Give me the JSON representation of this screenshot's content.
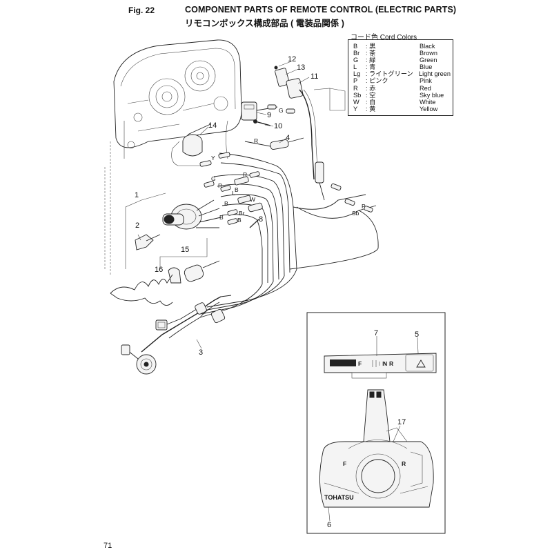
{
  "header": {
    "fig_label": "Fig. 22",
    "title_en": "COMPONENT PARTS OF REMOTE CONTROL (ELECTRIC PARTS)",
    "title_jp": "リモコンボックス構成部品 ( 電装品関係 )"
  },
  "legend": {
    "title": "コード色 Cord Colors",
    "rows": [
      {
        "code": "B",
        "jp": ": 黒",
        "en": "Black"
      },
      {
        "code": "Br",
        "jp": ": 茶",
        "en": "Brown"
      },
      {
        "code": "G",
        "jp": ": 緑",
        "en": "Green"
      },
      {
        "code": "L",
        "jp": ": 青",
        "en": "Blue"
      },
      {
        "code": "Lg",
        "jp": ": ライトグリーン",
        "en": "Light green"
      },
      {
        "code": "P",
        "jp": ": ピンク",
        "en": "Pink"
      },
      {
        "code": "R",
        "jp": ": 赤",
        "en": "Red"
      },
      {
        "code": "Sb",
        "jp": ": 空",
        "en": "Sky blue"
      },
      {
        "code": "W",
        "jp": ": 白",
        "en": "White"
      },
      {
        "code": "Y",
        "jp": ": 黄",
        "en": "Yellow"
      }
    ]
  },
  "callouts": [
    "1",
    "2",
    "3",
    "4",
    "5",
    "6",
    "7",
    "8",
    "9",
    "10",
    "11",
    "12",
    "13",
    "14",
    "15",
    "16",
    "17"
  ],
  "wire_labels": [
    "G",
    "R",
    "Y",
    "G",
    "R",
    "L",
    "R",
    "B",
    "B",
    "W",
    "B",
    "Br",
    "B",
    "P",
    "Sb"
  ],
  "inset": {
    "shift_labels": [
      "F",
      "N",
      "R"
    ],
    "brand": "TOHATSU",
    "lever_labels": [
      "F",
      "R"
    ]
  },
  "page_number": "71"
}
